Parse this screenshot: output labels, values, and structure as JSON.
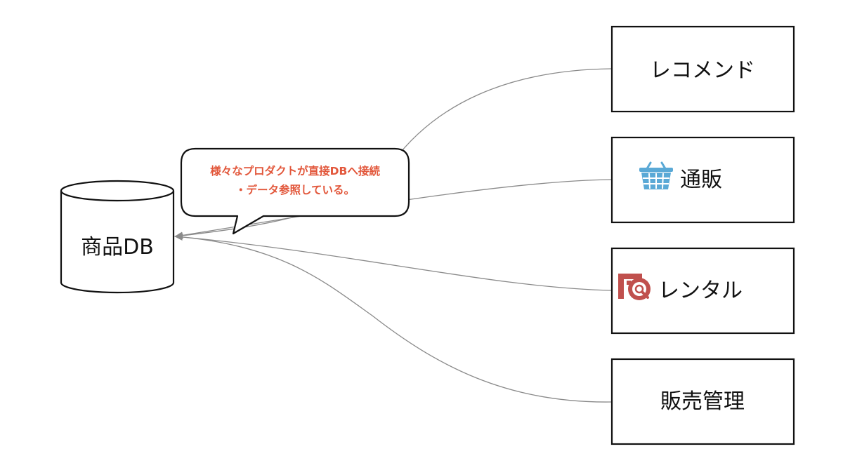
{
  "database": {
    "label": "商品DB"
  },
  "callout": {
    "line1": "様々なプロダクトが直接DBへ接続",
    "line2": "・データ参照している。",
    "text_color": "#e2573b"
  },
  "products": [
    {
      "label": "レコメンド",
      "icon": ""
    },
    {
      "label": "通販",
      "icon": "shopping-basket-icon",
      "icon_color": "#5aa9d6"
    },
    {
      "label": "レンタル",
      "icon": "rental-disc-search-icon",
      "icon_color": "#c0504d"
    },
    {
      "label": "販売管理",
      "icon": ""
    }
  ],
  "colors": {
    "line": "#8a8a8a",
    "stroke": "#111111"
  }
}
